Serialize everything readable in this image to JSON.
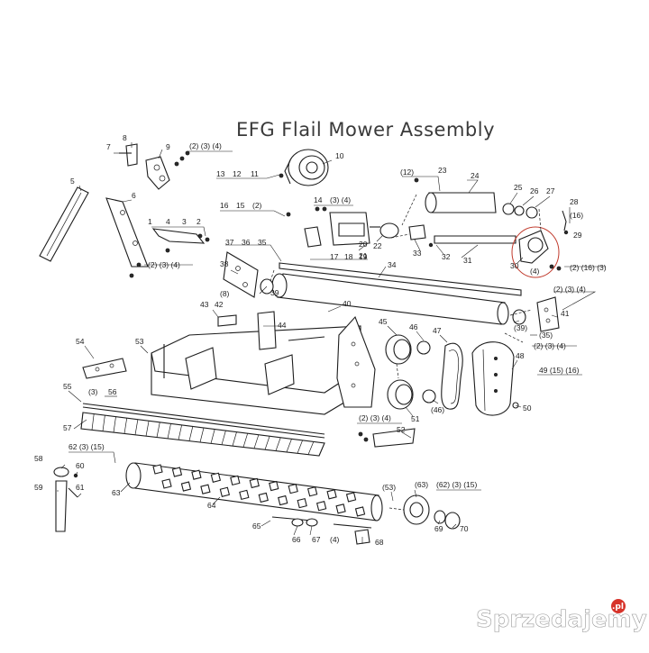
{
  "diagram": {
    "title": "EFG Flail Mower Assembly",
    "callouts": [
      {
        "id": "c7",
        "text": "7"
      },
      {
        "id": "c8",
        "text": "8"
      },
      {
        "id": "c9",
        "text": "9"
      },
      {
        "id": "c2349",
        "text": "(2)  (3)  (4)"
      },
      {
        "id": "c10",
        "text": "10"
      },
      {
        "id": "c11",
        "text": "11"
      },
      {
        "id": "c12",
        "text": "12"
      },
      {
        "id": "c13",
        "text": "13"
      },
      {
        "id": "c5",
        "text": "5"
      },
      {
        "id": "c6",
        "text": "6"
      },
      {
        "id": "c1",
        "text": "1"
      },
      {
        "id": "c4",
        "text": "4"
      },
      {
        "id": "c3",
        "text": "3"
      },
      {
        "id": "c2",
        "text": "2"
      },
      {
        "id": "c234a",
        "text": "(2)  (3)  (4)"
      },
      {
        "id": "c16",
        "text": "16"
      },
      {
        "id": "c15",
        "text": "15"
      },
      {
        "id": "c2b",
        "text": "(2)"
      },
      {
        "id": "c14",
        "text": "14"
      },
      {
        "id": "c34",
        "text": "(3)  (4)"
      },
      {
        "id": "c12p",
        "text": "(12)"
      },
      {
        "id": "c23",
        "text": "23"
      },
      {
        "id": "c24",
        "text": "24"
      },
      {
        "id": "c25",
        "text": "25"
      },
      {
        "id": "c26",
        "text": "26"
      },
      {
        "id": "c27",
        "text": "27"
      },
      {
        "id": "c28",
        "text": "28"
      },
      {
        "id": "c16p",
        "text": "(16)"
      },
      {
        "id": "c29",
        "text": "29"
      },
      {
        "id": "c20",
        "text": "20"
      },
      {
        "id": "c21",
        "text": "21"
      },
      {
        "id": "c22",
        "text": "22"
      },
      {
        "id": "c33",
        "text": "33"
      },
      {
        "id": "c32",
        "text": "32"
      },
      {
        "id": "c31",
        "text": "31"
      },
      {
        "id": "c30",
        "text": "30"
      },
      {
        "id": "c4p",
        "text": "(4)"
      },
      {
        "id": "c21663",
        "text": "(2)  (16)  (3)"
      },
      {
        "id": "c37",
        "text": "37"
      },
      {
        "id": "c36",
        "text": "36"
      },
      {
        "id": "c35",
        "text": "35"
      },
      {
        "id": "c17",
        "text": "17"
      },
      {
        "id": "c18",
        "text": "18"
      },
      {
        "id": "c19",
        "text": "19"
      },
      {
        "id": "c34n",
        "text": "34"
      },
      {
        "id": "c38",
        "text": "38"
      },
      {
        "id": "c39",
        "text": "39"
      },
      {
        "id": "c234b",
        "text": "(2)  (3)  (4)"
      },
      {
        "id": "c41",
        "text": "41"
      },
      {
        "id": "c8p",
        "text": "(8)"
      },
      {
        "id": "c43",
        "text": "43"
      },
      {
        "id": "c42",
        "text": "42"
      },
      {
        "id": "c40",
        "text": "40"
      },
      {
        "id": "c44",
        "text": "44"
      },
      {
        "id": "c39p",
        "text": "(39)"
      },
      {
        "id": "c35p",
        "text": "(35)"
      },
      {
        "id": "c234c",
        "text": "(2)  (3)  (4)"
      },
      {
        "id": "c45",
        "text": "45"
      },
      {
        "id": "c46",
        "text": "46"
      },
      {
        "id": "c47",
        "text": "47"
      },
      {
        "id": "c54",
        "text": "54"
      },
      {
        "id": "c53",
        "text": "53"
      },
      {
        "id": "c48",
        "text": "48"
      },
      {
        "id": "c491516",
        "text": "49  (15)  (16)"
      },
      {
        "id": "c55",
        "text": "55"
      },
      {
        "id": "c3p",
        "text": "(3)"
      },
      {
        "id": "c56",
        "text": "56"
      },
      {
        "id": "c51",
        "text": "51"
      },
      {
        "id": "c46p",
        "text": "(46)"
      },
      {
        "id": "c50",
        "text": "50"
      },
      {
        "id": "c234d",
        "text": "(2)  (3)  (4)"
      },
      {
        "id": "c57",
        "text": "57"
      },
      {
        "id": "c52",
        "text": "52"
      },
      {
        "id": "c62315",
        "text": "62  (3)  (15)"
      },
      {
        "id": "c58",
        "text": "58"
      },
      {
        "id": "c60",
        "text": "60"
      },
      {
        "id": "c59",
        "text": "59"
      },
      {
        "id": "c61",
        "text": "61"
      },
      {
        "id": "c63",
        "text": "63"
      },
      {
        "id": "c64",
        "text": "64"
      },
      {
        "id": "c53p",
        "text": "(53)"
      },
      {
        "id": "c63p",
        "text": "(63)"
      },
      {
        "id": "c62315b",
        "text": "(62)  (3)  (15)"
      },
      {
        "id": "c65",
        "text": "65"
      },
      {
        "id": "c66",
        "text": "66"
      },
      {
        "id": "c67",
        "text": "67"
      },
      {
        "id": "c4q",
        "text": "(4)"
      },
      {
        "id": "c68",
        "text": "68"
      },
      {
        "id": "c69",
        "text": "69"
      },
      {
        "id": "c70",
        "text": "70"
      }
    ]
  },
  "watermark": {
    "text": "Sprzedajemy",
    "suffix": ".pl"
  }
}
